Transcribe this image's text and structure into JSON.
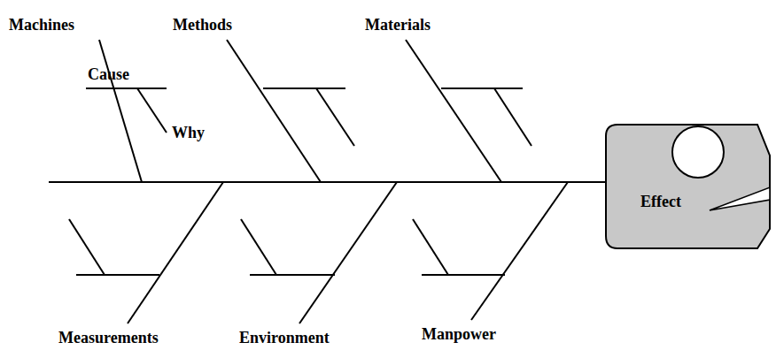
{
  "diagram": {
    "nodes": [
      {
        "text": [
          "Effect"
        ]
      }
    ],
    "labels": [
      "Machines",
      "Cause",
      "Why",
      "Methods",
      "Materials",
      "Measurements",
      "Environment",
      "Manpower"
    ]
  }
}
